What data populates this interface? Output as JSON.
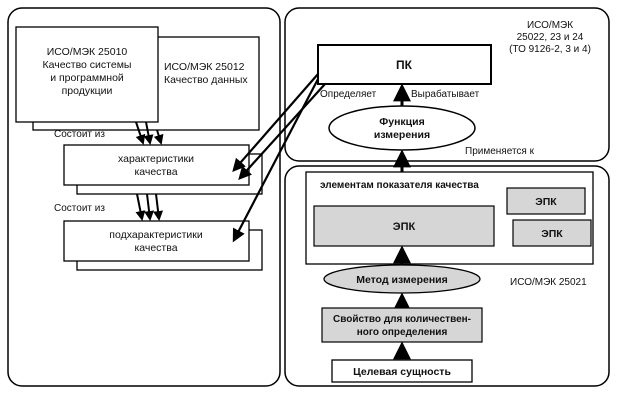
{
  "left_panel": {
    "iso25010": [
      "ИСО/МЭК 25010",
      "Качество системы",
      "и программной",
      "продукции"
    ],
    "iso25012": [
      "ИСО/МЭК 25012",
      "Качество данных"
    ],
    "consists_of_1": "Состоит из",
    "quality_characteristics": [
      "характеристики",
      "качества"
    ],
    "consists_of_2": "Состоит из",
    "quality_subcharacteristics": [
      "подхарактеристики",
      "качества"
    ]
  },
  "right_top": {
    "iso_standards": [
      "ИСО/МЭК",
      "25022, 23 и 24",
      "(ТО 9126-2, 3 и 4)"
    ],
    "pk": "ПК",
    "defines": "Определяет",
    "produces": "Вырабатывает",
    "measurement_function": [
      "Функция",
      "измерения"
    ],
    "applies_to": "Применяется к"
  },
  "right_bottom": {
    "quality_measure_elements": "элементам показателя качества",
    "epk_main": "ЭПК",
    "epk_small_1": "ЭПК",
    "epk_small_2": "ЭПК",
    "measurement_method": "Метод измерения",
    "iso25021": "ИСО/МЭК 25021",
    "property": [
      "Свойство для количествен-",
      "ного определения"
    ],
    "target_entity": "Целевая сущность"
  }
}
